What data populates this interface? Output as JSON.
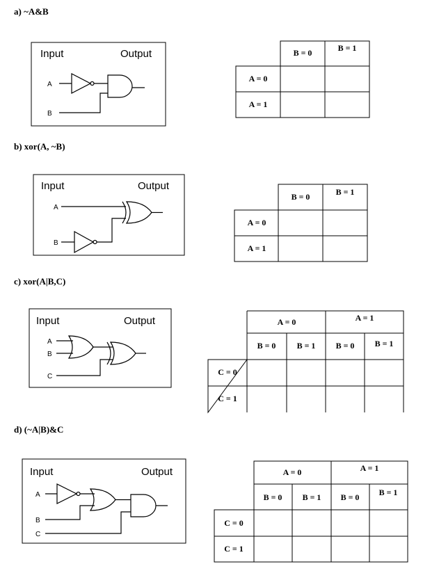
{
  "problems": [
    {
      "heading": "a)  ~A&B",
      "box": {
        "input_label": "Input",
        "output_label": "Output",
        "pins": [
          "A",
          "B"
        ]
      },
      "table": {
        "cols": [
          "B = 0",
          "B = 1"
        ],
        "rows": [
          "A = 0",
          "A = 1"
        ]
      }
    },
    {
      "heading": "b)  xor(A, ~B)",
      "box": {
        "input_label": "Input",
        "output_label": "Output",
        "pins": [
          "A",
          "B"
        ]
      },
      "table": {
        "cols": [
          "B = 0",
          "B = 1"
        ],
        "rows": [
          "A = 0",
          "A = 1"
        ]
      }
    },
    {
      "heading": "c)  xor(A|B,C)",
      "box": {
        "input_label": "Input",
        "output_label": "Output",
        "pins": [
          "A",
          "B",
          "C"
        ]
      },
      "table": {
        "groups": [
          "A = 0",
          "A = 1"
        ],
        "cols": [
          "B = 0",
          "B = 1",
          "B = 0",
          "B = 1"
        ],
        "rows": [
          "C = 0",
          "C = 1"
        ]
      }
    },
    {
      "heading": "d)  (~A|B)&C",
      "box": {
        "input_label": "Input",
        "output_label": "Output",
        "pins": [
          "A",
          "B",
          "C"
        ]
      },
      "table": {
        "groups": [
          "A = 0",
          "A = 1"
        ],
        "cols": [
          "B = 0",
          "B = 1",
          "B = 0",
          "B = 1"
        ],
        "rows": [
          "C = 0",
          "C = 1"
        ]
      }
    }
  ]
}
